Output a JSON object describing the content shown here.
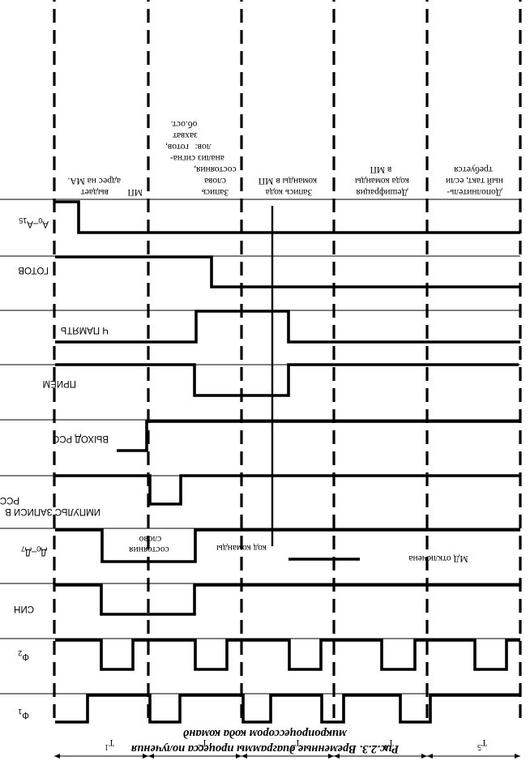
{
  "caption": {
    "line1": "Рис.2.3. Временные диаграммы процесса получения",
    "line2": "микропроцессором кода команд"
  },
  "tick_labels": [
    "T1",
    "T2",
    "T3",
    "T4",
    "T5"
  ],
  "tick_label_parts": [
    {
      "main": "T",
      "sub": "1"
    },
    {
      "main": "T",
      "sub": "2"
    },
    {
      "main": "T",
      "sub": "3"
    },
    {
      "main": "T",
      "sub": "4"
    },
    {
      "main": "T",
      "sub": "5"
    }
  ],
  "phases": [
    [
      "МП",
      "выдает",
      "адрес на МА."
    ],
    [
      "Запись",
      "слова",
      "состояния,",
      "анализ",
      "сигна-",
      "лов:",
      "готов,",
      "захват",
      "об.ост."
    ],
    [
      "Запись кода",
      "команды в МП"
    ],
    [
      "Дешифрация",
      "кода команды",
      "в МП"
    ],
    [
      "Дополнитель-",
      "ный такт, если",
      "требуется"
    ]
  ],
  "signals": [
    {
      "id": "a0-a15",
      "label": "А0–А15",
      "main": "А",
      "sub_left": "0",
      "mid": "–А",
      "sub_right": "15"
    },
    {
      "id": "gotov",
      "label": "ГОТОВ"
    },
    {
      "id": "ch-pamyat",
      "label": "Ч ПАМЯТЬ"
    },
    {
      "id": "priem",
      "label": "ПРИЕМ"
    },
    {
      "id": "vyhod-rss",
      "label": "ВЫХОД РСС"
    },
    {
      "id": "impuls-zapisi",
      "label_line1": "ИМПУЛЬС ЗАПИСИ В",
      "label_line2": "РСС"
    },
    {
      "id": "d0-d7",
      "label": "Д0–Д7",
      "main": "Д",
      "sub_left": "0",
      "mid": "–Д",
      "sub_right": "7"
    },
    {
      "id": "sin",
      "label": "СИН"
    },
    {
      "id": "phi2",
      "label": "Ф2",
      "main": "Ф",
      "sub": "2"
    },
    {
      "id": "phi1",
      "label": "Ф1",
      "main": "Ф",
      "sub": "1"
    }
  ],
  "bus_notes": {
    "status_word_line1": "слово",
    "status_word_line2": "состояния",
    "command_code": "код команды",
    "bus_off": "МД отключена"
  }
}
